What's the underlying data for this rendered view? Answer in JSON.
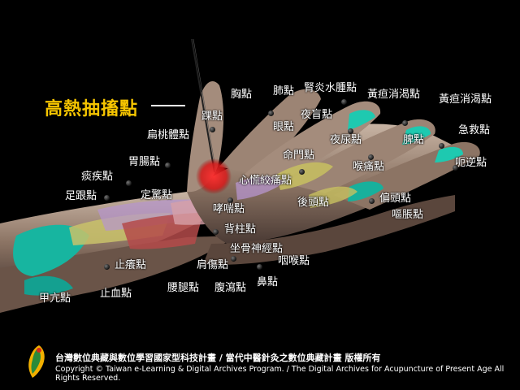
{
  "title": "高熱抽搐點",
  "labels": {
    "xiong": "胸點",
    "fei": "肺點",
    "shenyan": "腎炎水腫點",
    "huangdan1": "黃疸消渴點",
    "huangdan2": "黃疸消渴點",
    "huai": "踝點",
    "yemang": "夜盲點",
    "yan": "眼點",
    "jijiu": "急救點",
    "biantaoti": "扁桃體點",
    "mingmen": "命門點",
    "yeniao": "夜尿點",
    "pi": "脾點",
    "eni": "呃逆點",
    "weichang": "胃腸點",
    "houtong": "喉痛點",
    "tanji": "痰疾點",
    "xinhuang": "心慌絞痛點",
    "zugen": "足跟點",
    "dingjing": "定驚點",
    "houtou": "後頭點",
    "piantou": "偏頭點",
    "xiaochuan": "哮喘點",
    "ouzhang": "嘔脹點",
    "beizhu": "背柱點",
    "zuogu": "坐骨神經點",
    "yanhou": "咽喉點",
    "zhiyang": "止癢點",
    "jiantong": "肩傷點",
    "bi": "鼻點",
    "zhixue": "止血點",
    "yaotui": "腰腿點",
    "fuxie": "腹瀉點",
    "jiakang": "甲亢點"
  },
  "footer": {
    "line1": "台灣數位典藏與數位學習國家型科技計畫 / 當代中醫針灸之數位典藏計畫 版權所有",
    "line2": "Copyright © Taiwan e-Learning & Digital Archives Program. / The Digital Archives for Acupuncture of Present Age All Rights Reserved."
  },
  "colors": {
    "title": "#f5c400",
    "highlight": "#e02020",
    "skin": "#a08878",
    "tendon_green": "#1ec9b0",
    "tendon_yellow": "#c8c060",
    "muscle_red": "#b84c4c",
    "muscle_purple": "#b090c8"
  }
}
